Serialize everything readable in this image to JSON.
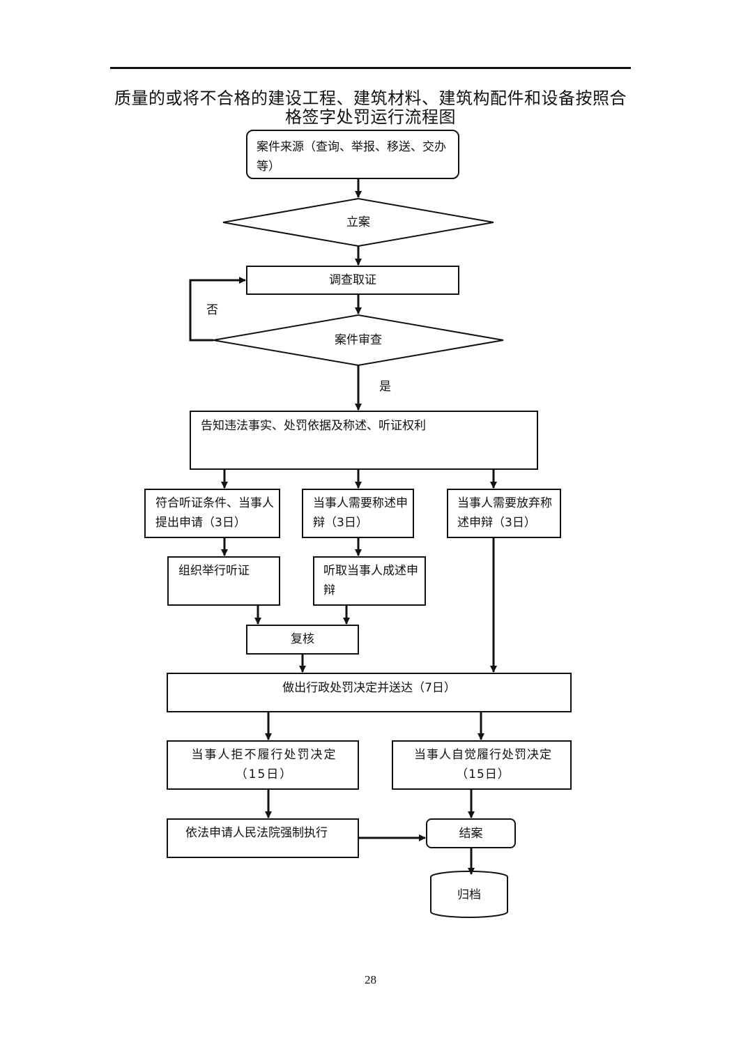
{
  "title_line1": "质量的或将不合格的建设工程、建筑材料、建筑构配件和设备按照合",
  "title_line2": "格签字处罚运行流程图",
  "nodes": {
    "source": "案件来源（查询、举报、移送、交办等）",
    "file_case": "立案",
    "investigate": "调查取证",
    "review": "案件审查",
    "notify": "告知违法事实、处罚依据及称述、听证权利",
    "hearing_apply": "符合听证条件、当事人提出申请（3日）",
    "need_defense": "当事人需要称述申辩（3日）",
    "waive_defense": "当事人需要放弃称述申辩（3日）",
    "hold_hearing": "组织举行听证",
    "hear_defense": "听取当事人成述申辩",
    "recheck": "复核",
    "decision": "做出行政处罚决定并送达（7日）",
    "refuse": "当事人拒不履行处罚决定（15日）",
    "comply": "当事人自觉履行处罚决定（15日）",
    "court": "依法申请人民法院强制执行",
    "close": "结案",
    "archive": "归档"
  },
  "edges": {
    "no": "否",
    "yes": "是"
  },
  "page_number": "28"
}
